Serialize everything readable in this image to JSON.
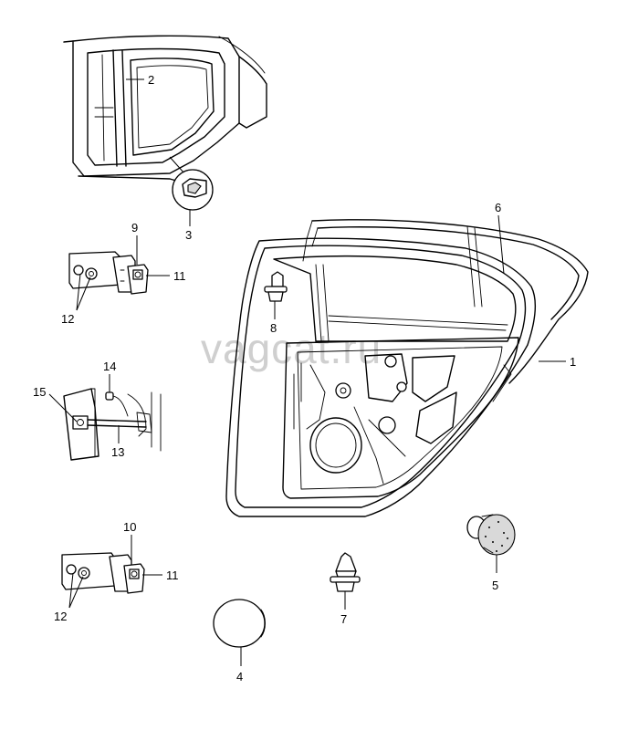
{
  "watermark": "vagcat.ru",
  "callouts": {
    "c1": "1",
    "c2": "2",
    "c3": "3",
    "c4": "4",
    "c5": "5",
    "c6": "6",
    "c7": "7",
    "c8": "8",
    "c9": "9",
    "c10": "10",
    "c11a": "11",
    "c11b": "11",
    "c12a": "12",
    "c12b": "12",
    "c13": "13",
    "c14": "14",
    "c15": "15"
  }
}
